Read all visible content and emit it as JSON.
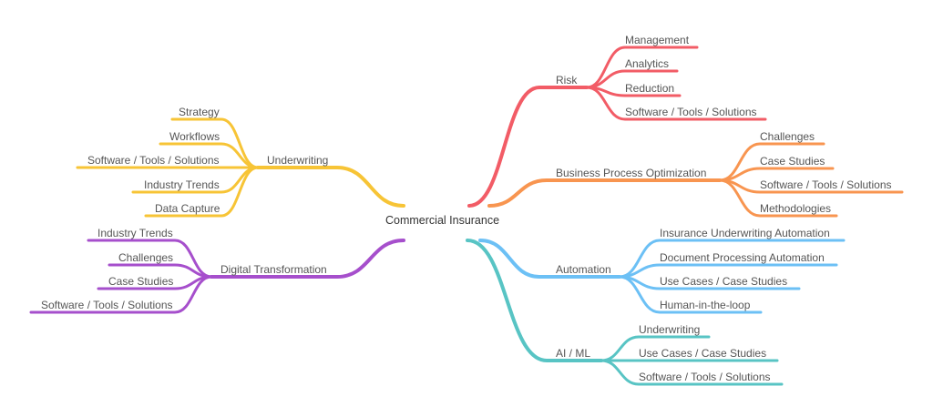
{
  "root": {
    "label": "Commercial Insurance"
  },
  "branches": [
    {
      "label": "Risk",
      "side": "right",
      "color": "#f25c66",
      "children": [
        "Management",
        "Analytics",
        "Reduction",
        "Software / Tools / Solutions"
      ]
    },
    {
      "label": "Business Process Optimization",
      "side": "right",
      "color": "#f89550",
      "children": [
        "Challenges",
        "Case Studies",
        "Software / Tools / Solutions",
        "Methodologies"
      ]
    },
    {
      "label": "Automation",
      "side": "right",
      "color": "#6cc0f5",
      "children": [
        "Insurance Underwriting Automation",
        "Document Processing Automation",
        "Use Cases / Case Studies",
        "Human-in-the-loop"
      ]
    },
    {
      "label": "AI / ML",
      "side": "right",
      "color": "#58c4c4",
      "children": [
        "Underwriting",
        "Use Cases / Case Studies",
        "Software / Tools / Solutions"
      ]
    },
    {
      "label": "Underwriting",
      "side": "left",
      "color": "#f7c436",
      "children": [
        "Strategy",
        "Workflows",
        "Software / Tools / Solutions",
        "Industry Trends",
        "Data Capture"
      ]
    },
    {
      "label": "Digital Transformation",
      "side": "left",
      "color": "#a64fcc",
      "children": [
        "Industry Trends",
        "Challenges",
        "Case Studies",
        "Software / Tools / Solutions"
      ]
    }
  ]
}
